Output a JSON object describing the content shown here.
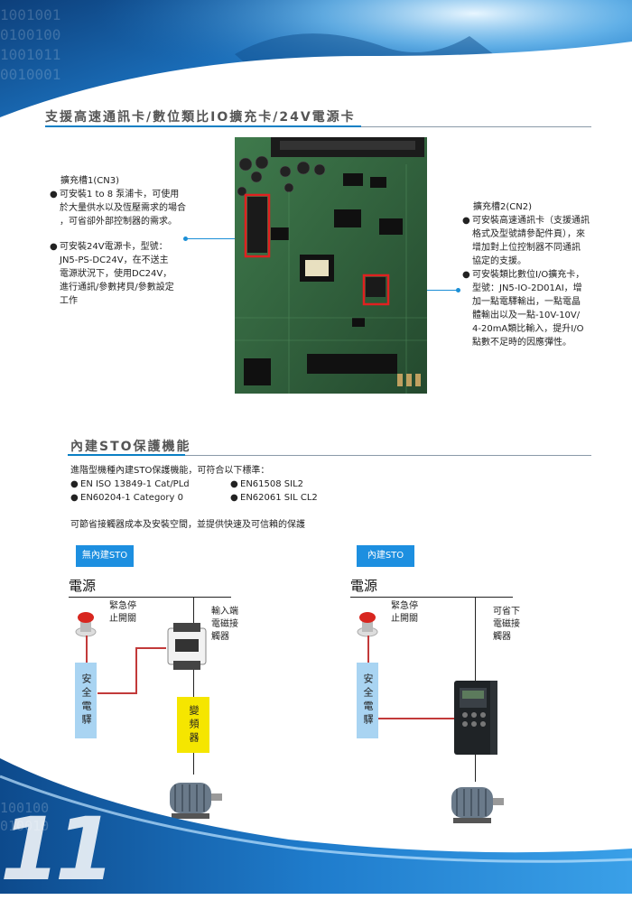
{
  "section1": {
    "title": "支援高速通訊卡/數位類比IO擴充卡/24V電源卡"
  },
  "slot1": {
    "heading": "擴充槽1(CN3)",
    "bullets": [
      [
        "可安裝1 to 8 泵浦卡，可使用",
        "於大量供水以及恆壓需求的場合",
        "，可省卻外部控制器的需求。"
      ],
      [
        "可安裝24V電源卡，型號：",
        "JN5-PS-DC24V，在不送主",
        "電源狀況下，使用DC24V，",
        "進行通訊/參數拷貝/參數設定",
        "工作"
      ]
    ]
  },
  "slot2": {
    "heading": "擴充槽2(CN2)",
    "bullets": [
      [
        "可安裝高速通訊卡（支援通訊",
        "格式及型號請參配件頁），來",
        "增加對上位控制器不同通訊",
        "協定的支援。"
      ],
      [
        "可安裝類比數位I/O擴充卡，",
        "型號：JN5-IO-2D01AI，增",
        "加一點電驛輸出，一點電晶",
        "體輸出以及一點-10V-10V/",
        "4-20mA類比輸入，提升I/O",
        "點數不足時的因應彈性。"
      ]
    ]
  },
  "section2": {
    "title": "內建STO保護機能",
    "intro": "進階型機種內建STO保護機能，可符合以下標準：",
    "standards": [
      "EN ISO 13849-1 Cat/PLd",
      "EN61508 SIL2",
      "EN60204-1 Category 0",
      "EN62061 SIL CL2"
    ],
    "summary": "可節省接觸器成本及安裝空間，並提供快速及可信賴的保護"
  },
  "diagram_left": {
    "tag": "無內建STO",
    "power": "電源",
    "estop": [
      "緊急停",
      "止開關"
    ],
    "contactor": [
      "輸入端",
      "電磁接",
      "觸器"
    ],
    "relay": "安全電驛",
    "inverter": "變頻器"
  },
  "diagram_right": {
    "tag": "內建STO",
    "power": "電源",
    "estop": [
      "緊急停",
      "止開關"
    ],
    "contactor": [
      "可省下",
      "電磁接",
      "觸器"
    ],
    "relay": "安全電驛"
  },
  "page_number": "11",
  "colors": {
    "accent": "#0a7fc4",
    "tag": "#1d8fe0",
    "relay": "#a9d4f2",
    "inverter": "#f5e600",
    "wire_red": "#c23a3a"
  }
}
